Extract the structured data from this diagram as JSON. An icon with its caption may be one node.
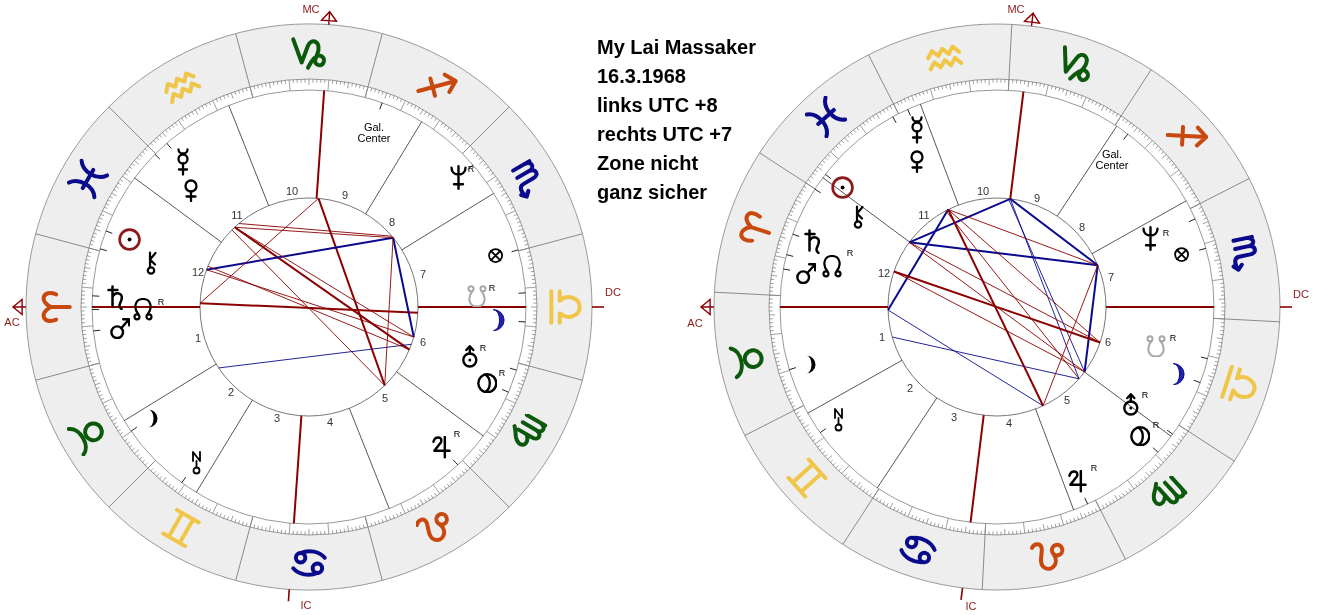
{
  "diagram": {
    "title": "My Lai Massaker",
    "labels": [
      "16.3.1968",
      "links UTC +8",
      "rechts UTC +7",
      "Zone nicht ganz sicher",
      "MC",
      "Gal. Center",
      "R",
      "10",
      "9",
      "11",
      "8",
      "12",
      "7",
      "R",
      "R",
      "DC",
      "AC",
      "1",
      "6",
      "R",
      "R",
      "2",
      "5",
      "3",
      "4",
      "R",
      "IC",
      "MC",
      "Gal. Center",
      "10",
      "9",
      "11",
      "8",
      "R",
      "R",
      "12",
      "7",
      "DC",
      "AC",
      "1",
      "6",
      "R",
      "2",
      "5",
      "R",
      "3",
      "4",
      "R",
      "R",
      "IC"
    ]
  }
}
